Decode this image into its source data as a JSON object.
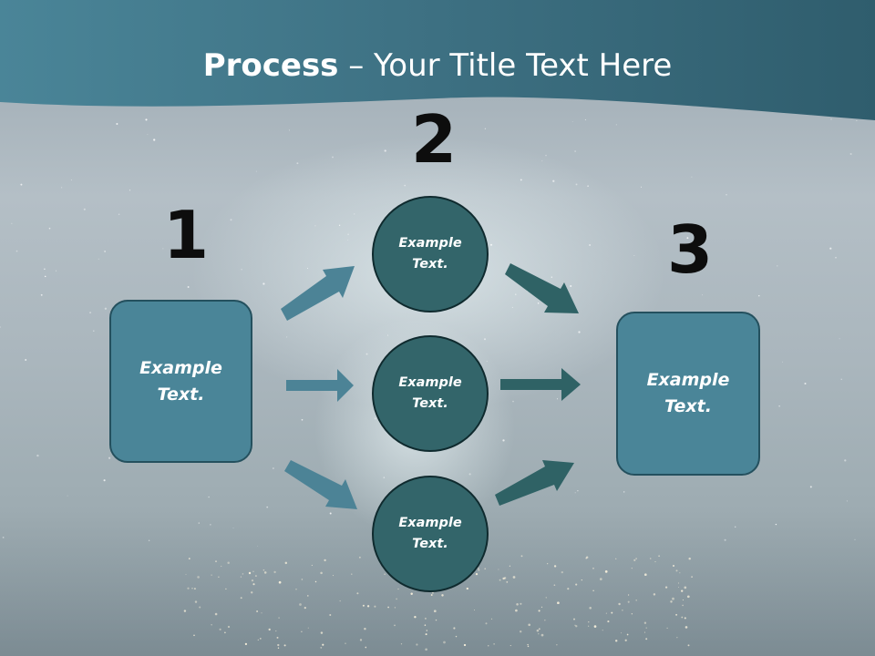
{
  "title": {
    "bold": "Process",
    "rest": " – Your Title Text Here"
  },
  "numbers": [
    "1",
    "2",
    "3"
  ],
  "step1": {
    "line1": "Example",
    "line2": "Text."
  },
  "step2": [
    {
      "line1": "Example",
      "line2": "Text."
    },
    {
      "line1": "Example",
      "line2": "Text."
    },
    {
      "line1": "Example",
      "line2": "Text."
    }
  ],
  "step3": {
    "line1": "Example",
    "line2": "Text."
  },
  "colors": {
    "header": "#3f7385",
    "box": "#4a8598",
    "circle": "#33656a",
    "arrow_left": "#4c8396",
    "arrow_right": "#2f6265"
  }
}
